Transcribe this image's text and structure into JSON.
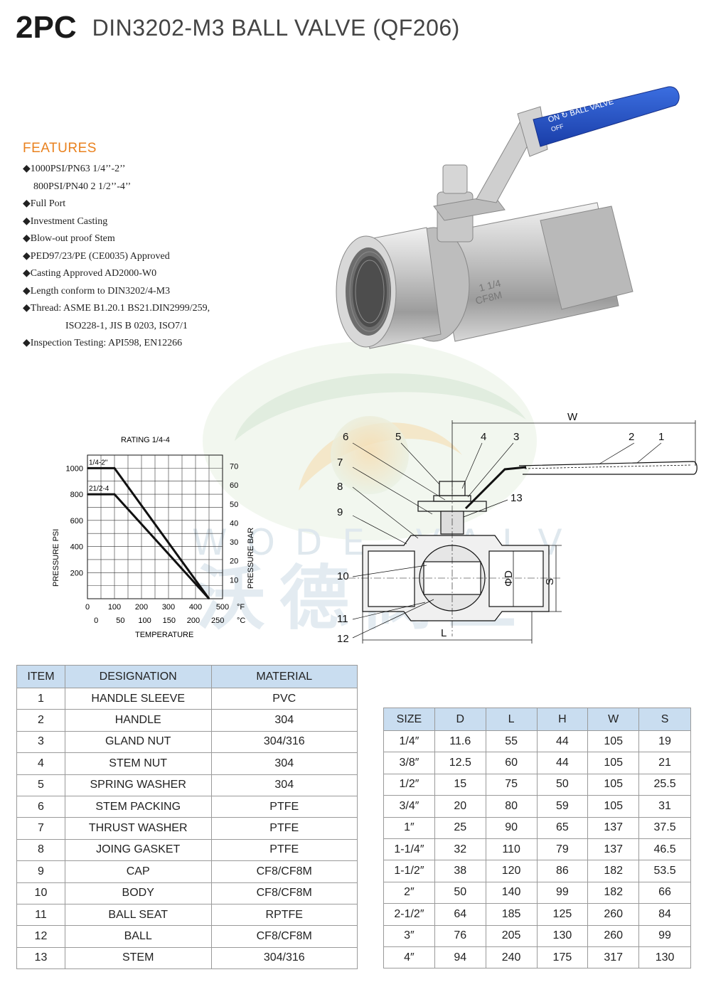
{
  "title": {
    "bold": "2PC",
    "rest": "DIN3202-M3 BALL VALVE (QF206)"
  },
  "features": {
    "heading": "FEATURES",
    "lines": [
      "◆1000PSI/PN63 1/4’’-2’’",
      "800PSI/PN40 2 1/2’’-4’’",
      "◆Full Port",
      "◆Investment Casting",
      "◆Blow-out proof Stem",
      "◆PED97/23/PE (CE0035) Approved",
      "◆Casting Approved AD2000-W0",
      "◆Length conform to DIN3202/4-M3",
      "◆Thread: ASME B1.20.1   BS21.DIN2999/259,",
      "ISO228-1, JIS B 0203, ISO7/1",
      "◆Inspection Testing: API598, EN12266"
    ]
  },
  "valve_photo": {
    "handle_text": "ON ↻ BALL VALVE",
    "off": "OFF",
    "body_mark1": "1 1/4",
    "body_mark2": "CF8M"
  },
  "watermark": {
    "latin": "WODE VALVE",
    "cn": "沃德阀业"
  },
  "chart_data": {
    "type": "line",
    "title": "RATING  1/4-4",
    "ylabel_left": "PRESSURE PSI",
    "ylabel_right": "PRESSURE BAR",
    "xlabel": "TEMPERATURE",
    "x_f_label": "°F",
    "x_c_label": "°C",
    "x_f_ticks": [
      "0",
      "100",
      "200",
      "300",
      "400",
      "500"
    ],
    "x_c_ticks": [
      "0",
      "50",
      "100",
      "150",
      "200",
      "250"
    ],
    "y_psi_ticks": [
      "200",
      "400",
      "600",
      "800",
      "1000"
    ],
    "y_bar_ticks": [
      "10",
      "20",
      "30",
      "40",
      "50",
      "60",
      "70"
    ],
    "xlim_f": [
      0,
      500
    ],
    "ylim_psi": [
      0,
      1100
    ],
    "series": [
      {
        "name": "1/4-2\"",
        "x": [
          0,
          100,
          450
        ],
        "y": [
          1000,
          1000,
          0
        ]
      },
      {
        "name": "21/2-4",
        "x": [
          0,
          100,
          450
        ],
        "y": [
          800,
          800,
          0
        ]
      }
    ],
    "grid": true
  },
  "section": {
    "labels": [
      "1",
      "2",
      "3",
      "4",
      "5",
      "6",
      "7",
      "8",
      "9",
      "10",
      "11",
      "12",
      "13"
    ],
    "dim_w": "W",
    "dim_l": "L",
    "dim_d": "ΦD",
    "dim_s": "S"
  },
  "parts_table": {
    "headers": [
      "ITEM",
      "DESIGNATION",
      "MATERIAL"
    ],
    "rows": [
      [
        "1",
        "HANDLE SLEEVE",
        "PVC"
      ],
      [
        "2",
        "HANDLE",
        "304"
      ],
      [
        "3",
        "GLAND NUT",
        "304/316"
      ],
      [
        "4",
        "STEM NUT",
        "304"
      ],
      [
        "5",
        "SPRING WASHER",
        "304"
      ],
      [
        "6",
        "STEM PACKING",
        "PTFE"
      ],
      [
        "7",
        "THRUST WASHER",
        "PTFE"
      ],
      [
        "8",
        "JOING GASKET",
        "PTFE"
      ],
      [
        "9",
        "CAP",
        "CF8/CF8M"
      ],
      [
        "10",
        "BODY",
        "CF8/CF8M"
      ],
      [
        "11",
        "BALL SEAT",
        "RPTFE"
      ],
      [
        "12",
        "BALL",
        "CF8/CF8M"
      ],
      [
        "13",
        "STEM",
        "304/316"
      ]
    ]
  },
  "size_table": {
    "headers": [
      "SIZE",
      "D",
      "L",
      "H",
      "W",
      "S"
    ],
    "rows": [
      [
        "1/4″",
        "11.6",
        "55",
        "44",
        "105",
        "19"
      ],
      [
        "3/8″",
        "12.5",
        "60",
        "44",
        "105",
        "21"
      ],
      [
        "1/2″",
        "15",
        "75",
        "50",
        "105",
        "25.5"
      ],
      [
        "3/4″",
        "20",
        "80",
        "59",
        "105",
        "31"
      ],
      [
        "1″",
        "25",
        "90",
        "65",
        "137",
        "37.5"
      ],
      [
        "1-1/4″",
        "32",
        "110",
        "79",
        "137",
        "46.5"
      ],
      [
        "1-1/2″",
        "38",
        "120",
        "86",
        "182",
        "53.5"
      ],
      [
        "2″",
        "50",
        "140",
        "99",
        "182",
        "66"
      ],
      [
        "2-1/2″",
        "64",
        "185",
        "125",
        "260",
        "84"
      ],
      [
        "3″",
        "76",
        "205",
        "130",
        "260",
        "99"
      ],
      [
        "4″",
        "94",
        "240",
        "175",
        "317",
        "130"
      ]
    ]
  }
}
